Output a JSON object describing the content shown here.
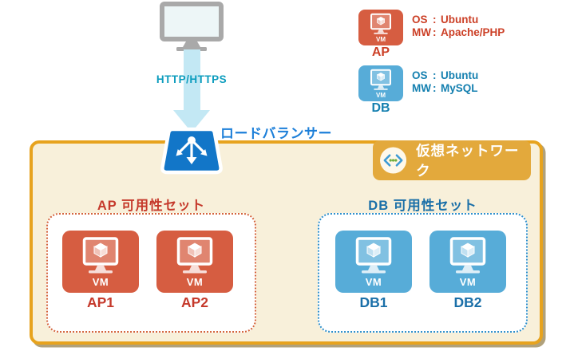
{
  "client": {
    "monitor_icon": "desktop-monitor-icon",
    "protocol_label": "HTTP/HTTPS"
  },
  "load_balancer": {
    "label": "ロードバランサー",
    "color": "#1276C8"
  },
  "virtual_network": {
    "label": "仮想ネットワーク",
    "badge_color": "#E3A93C",
    "box_border_color": "#E7A31E",
    "box_fill_color": "#F8F0DA",
    "icon": "code-brackets-icon"
  },
  "legend": {
    "colon": ":",
    "items": [
      {
        "name": "AP",
        "color": "#CC4027",
        "vm_color": "#D65D41",
        "rows": [
          {
            "label": "OS",
            "value": "Ubuntu"
          },
          {
            "label": "MW",
            "value": "Apache/PHP"
          }
        ]
      },
      {
        "name": "DB",
        "color": "#1580B0",
        "vm_color": "#57ACD8",
        "rows": [
          {
            "label": "OS",
            "value": "Ubuntu"
          },
          {
            "label": "MW",
            "value": "MySQL"
          }
        ]
      }
    ]
  },
  "availability_sets": [
    {
      "title": "AP 可用性セット",
      "text_color": "#C5392B",
      "border_color": "#D4643C",
      "vm_color": "#D65D41",
      "vms": [
        {
          "name": "AP1"
        },
        {
          "name": "AP2"
        }
      ]
    },
    {
      "title": "DB 可用性セット",
      "text_color": "#1A6FA8",
      "border_color": "#2F90CC",
      "vm_color": "#57ACD8",
      "vms": [
        {
          "name": "DB1"
        },
        {
          "name": "DB2"
        }
      ]
    }
  ],
  "icons": {
    "vm_label": "VM"
  }
}
